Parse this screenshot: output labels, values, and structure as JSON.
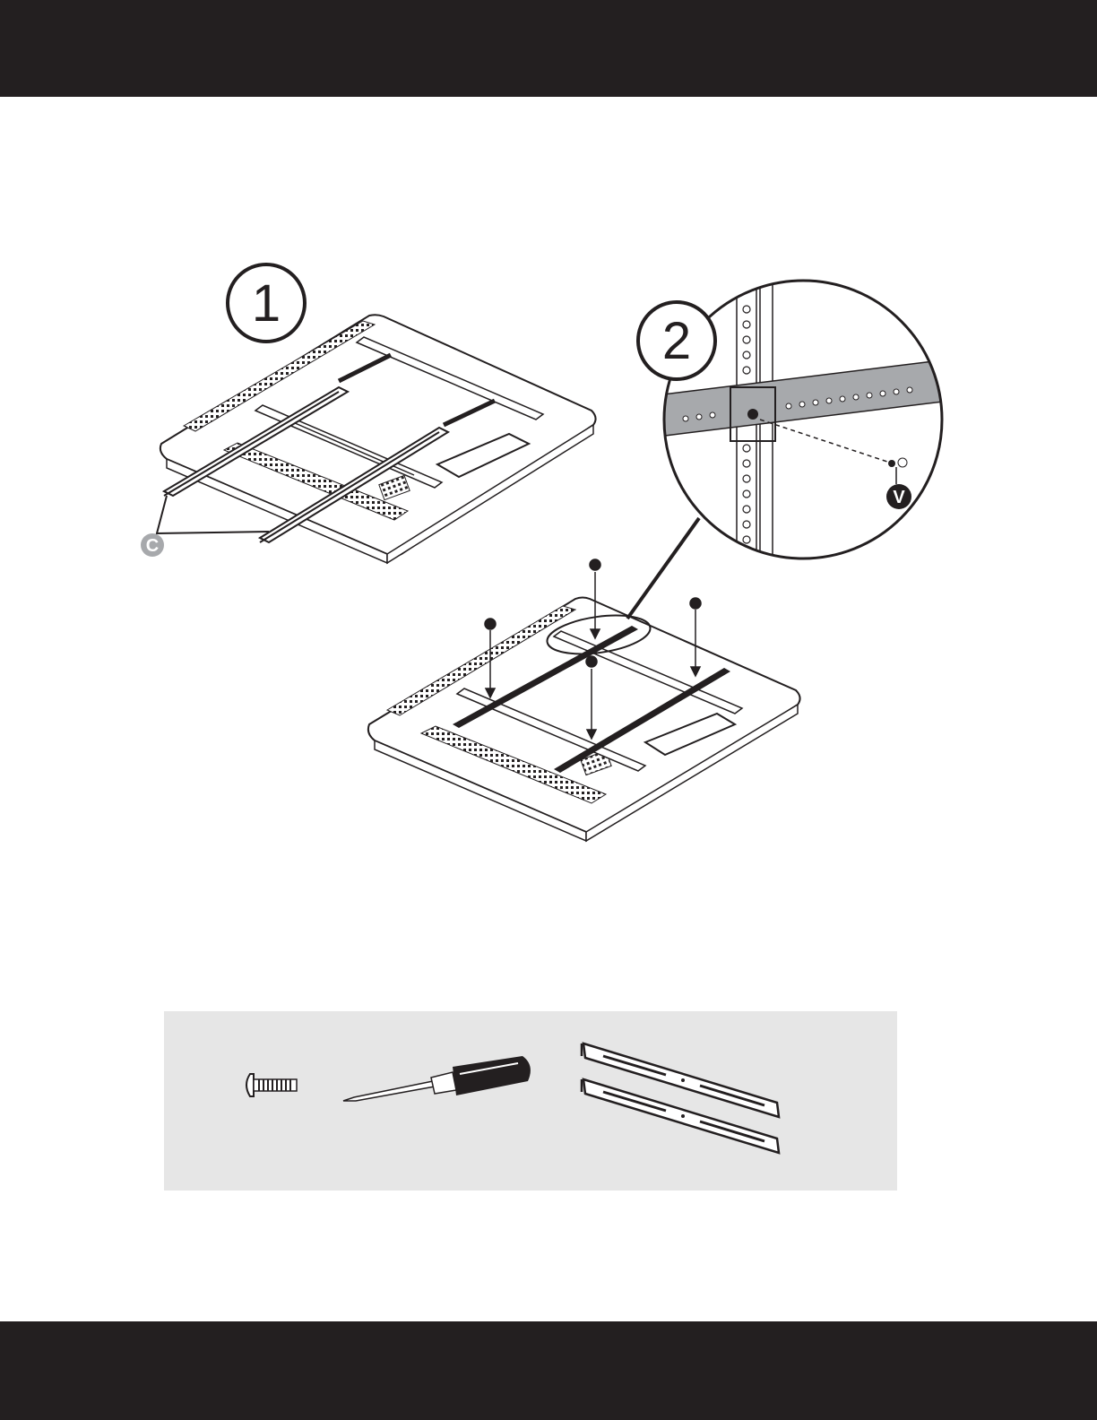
{
  "colors": {
    "band": "#231f20",
    "panel": "#e6e6e6",
    "line": "#231f20",
    "detail_gray": "#a7a9ac",
    "part_c_badge": "#a7a9ac",
    "part_v_badge": "#231f20"
  },
  "steps": [
    {
      "number": "1"
    },
    {
      "number": "2"
    }
  ],
  "parts": {
    "c": {
      "letter": "C"
    },
    "v": {
      "letter": "V"
    }
  },
  "icons": {
    "bolt": "bolt-icon",
    "screwdriver": "screwdriver-icon",
    "rails": "mounting-rail-pair-icon"
  }
}
